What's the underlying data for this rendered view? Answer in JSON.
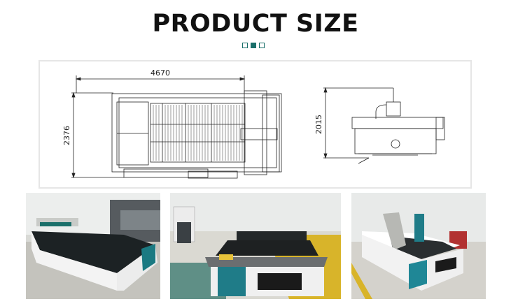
{
  "header": {
    "title": "PRODUCT SIZE",
    "indicator": [
      "empty",
      "filled",
      "empty"
    ]
  },
  "colors": {
    "accent_teal": "#1a6f6a",
    "machine_teal": "#1f7c88",
    "floor_yellow": "#d8b42a"
  },
  "drawings": {
    "top_view": {
      "length_label": "4670",
      "width_label": "2376"
    },
    "front_view": {
      "height_label": "2015"
    }
  },
  "photos": [
    {
      "name": "machine-photo-left",
      "description": "Fiber laser cutting machine, angled side view in workshop"
    },
    {
      "name": "machine-photo-center",
      "description": "Fiber laser cutting machine, front view on yellow floor"
    },
    {
      "name": "machine-photo-right",
      "description": "Fiber laser cutting machine, angled view with metal sheet"
    }
  ]
}
